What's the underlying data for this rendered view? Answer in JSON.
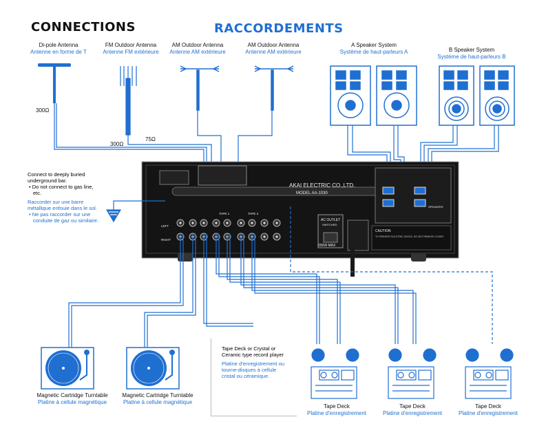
{
  "titles": {
    "en": "CONNECTIONS",
    "fr": "RACCORDEMENTS"
  },
  "antennas": [
    {
      "en": "Di-pole Antenna",
      "fr": "Antenne en forme de T"
    },
    {
      "en": "FM Outdoor Antenna",
      "fr": "Antenne FM extérieure"
    },
    {
      "en": "AM Outdoor Antenna",
      "fr": "Antenne AM extérieure"
    },
    {
      "en": "AM Outdoor Antenna",
      "fr": "Antenne AM extérieure"
    }
  ],
  "speakers": [
    {
      "en": "A Speaker System",
      "fr": "Système de haut-parleurs A"
    },
    {
      "en": "B Speaker System",
      "fr": "Système de haut-parleurs B"
    }
  ],
  "impedance": {
    "a": "300Ω",
    "b": "300Ω",
    "c": "75Ω"
  },
  "ground_note": {
    "en": "Connect to deeply buried underground bar.",
    "en_bullet": "Do not connect to gas line, etc.",
    "fr": "Raccorder sur une barre métallique enfouie dans le sol.",
    "fr_bullet": "Ne pas raccorder sur une conduite de gaz ou similaire."
  },
  "amp": {
    "brand": "AKAI ELECTRIC CO.,LTD.",
    "model": "MODEL AA-1030",
    "ac_outlet": "AC OUTLET",
    "ac_sub": "SWITCHED",
    "watt": "200W MAX",
    "caution_title": "CAUTION",
    "caution": "TO PREVENT ELECTRIC SHOCK, DO NOT REMOVE COVER",
    "tape1": "TAPE 1",
    "tape2": "TAPE 2",
    "left": "LEFT",
    "right": "RIGHT",
    "speakers": "SPEAKERS"
  },
  "tape_note": {
    "en": "Tape Deck or Crystal or Ceramic type record player",
    "fr": "Platine d'enregistrement ou tourne-disques à cellule cristal ou céramique."
  },
  "turntables": [
    {
      "en": "Magnetic Cartridge Turntable",
      "fr": "Platine à cellule magnétique"
    },
    {
      "en": "Magnetic Cartridge Turntable",
      "fr": "Platine à cellule magnétique"
    }
  ],
  "tape_decks": [
    {
      "en": "Tape Deck",
      "fr": "Platine d'enregistrement"
    },
    {
      "en": "Tape Deck",
      "fr": "Platine d'enregistrement"
    },
    {
      "en": "Tape Deck",
      "fr": "Platine d'enregistrement"
    }
  ],
  "colors": {
    "accent": "#1f6fd1",
    "panel": "#141414",
    "ink": "#111111"
  }
}
